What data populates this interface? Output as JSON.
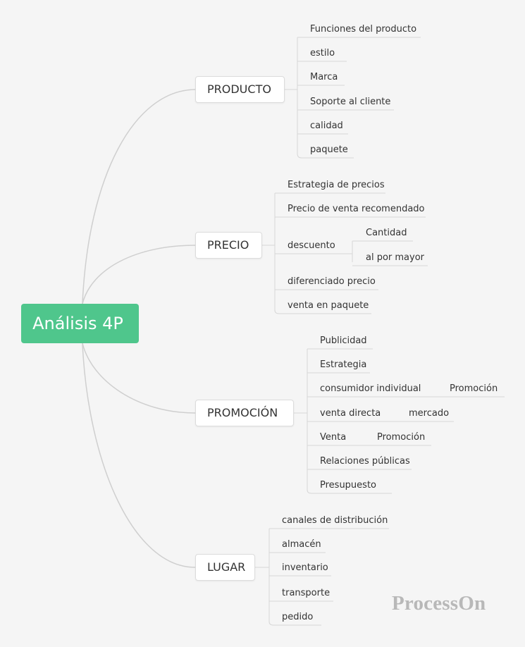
{
  "root": {
    "label": "Análisis 4P"
  },
  "branches": [
    {
      "label": "PRODUCTO",
      "items": [
        "Funciones del producto",
        "estilo",
        "Marca",
        "Soporte al cliente",
        "calidad",
        "paquete"
      ]
    },
    {
      "label": "PRECIO",
      "items": [
        "Estrategia de precios",
        "Precio de venta recomendado",
        "descuento",
        "diferenciado precio",
        "venta en paquete"
      ],
      "sub": [
        "Cantidad",
        "al por mayor"
      ]
    },
    {
      "label": "PROMOCIÓN",
      "items": [
        "Publicidad",
        "Estrategia",
        "consumidor individual",
        "venta directa",
        "Venta",
        "Relaciones públicas",
        "Presupuesto"
      ],
      "sub": [
        "Promoción",
        "mercado",
        "Promoción"
      ]
    },
    {
      "label": "LUGAR",
      "items": [
        "canales de distribución",
        "almacén",
        "inventario",
        "transporte",
        "pedido"
      ]
    }
  ],
  "watermark": "ProcessOn",
  "colors": {
    "root": "#4fc68c",
    "line": "#cccccc",
    "background": "#f5f5f5"
  }
}
